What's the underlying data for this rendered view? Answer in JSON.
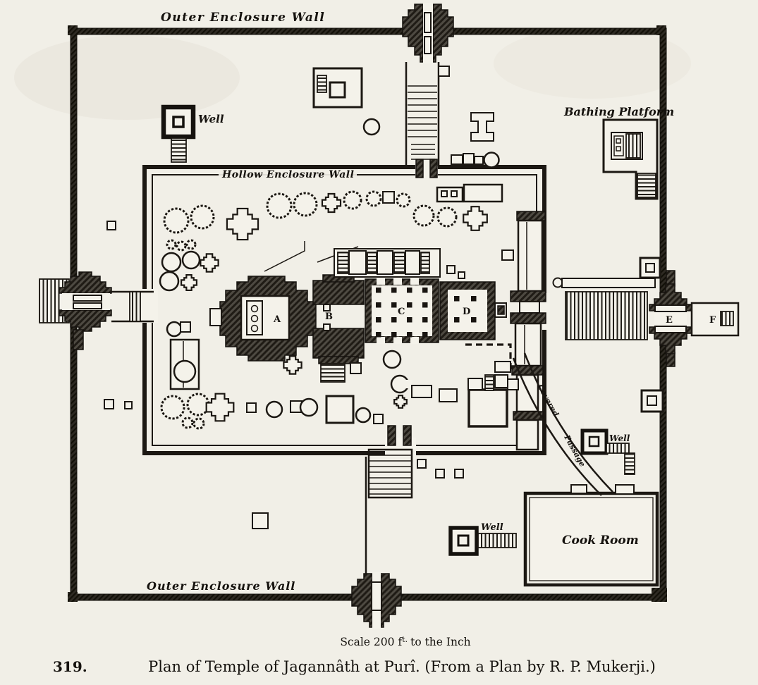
{
  "figure": {
    "number": "319.",
    "caption": "Plan of Temple of Jagannâth at Purî.  (From a Plan by R. P. Mukerji.)",
    "scale_prefix": "Scale 200 f",
    "scale_sup": "t.",
    "scale_suffix": "to the Inch"
  },
  "plan": {
    "outer_wall_label_top": "Outer Enclosure Wall",
    "outer_wall_label_bottom": "Outer  Enclosure  Wall",
    "inner_wall_label": "Hollow  Enclosure  Wall",
    "bathing_platform_label": "Bathing Platform",
    "cook_room_label": "Cook  Room",
    "covered_passage_word1": "Covered",
    "covered_passage_word2": "Passage",
    "wells": {
      "top_left": "Well",
      "east": "Well",
      "south": "Well"
    },
    "keys": {
      "a": "A",
      "b": "B",
      "c": "C",
      "d": "D",
      "e": "E",
      "f": "F"
    }
  }
}
